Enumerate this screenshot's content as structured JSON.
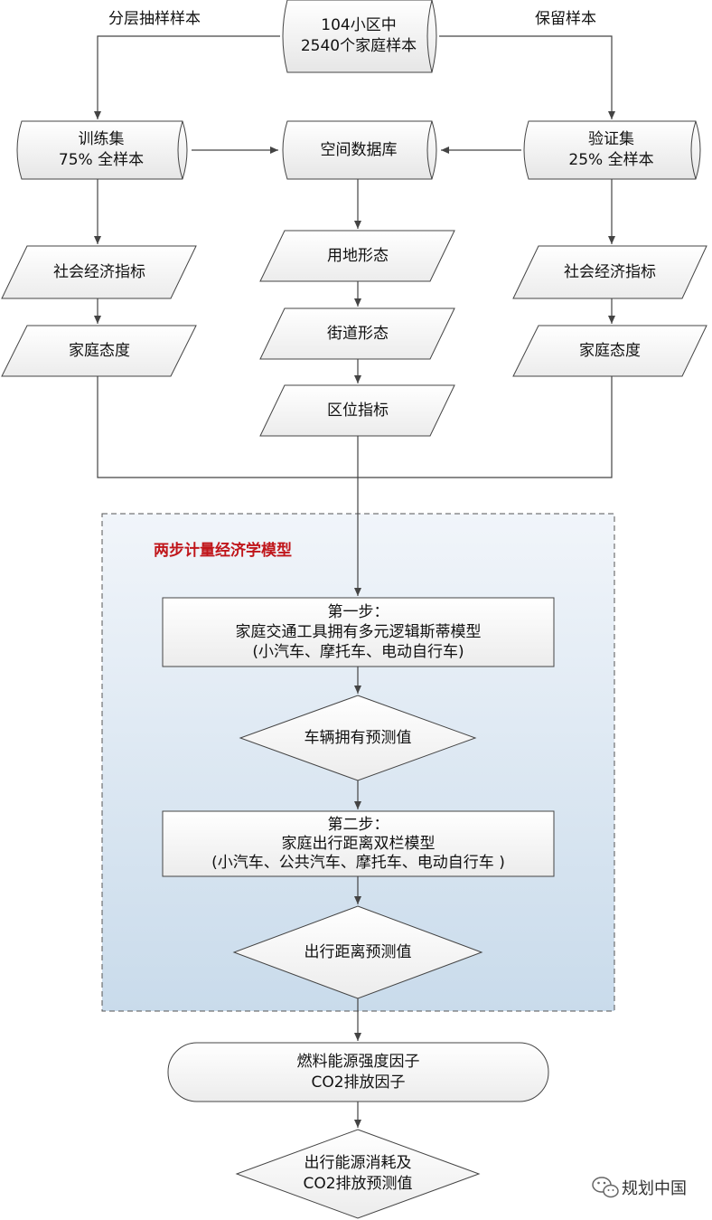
{
  "sample": {
    "line1": "104小区中",
    "line2": "2540个家庭样本"
  },
  "branch_labels": {
    "left": "分层抽样样本",
    "right": "保留样本"
  },
  "training": {
    "line1": "训练集",
    "line2": "75% 全样本"
  },
  "spatial_db": {
    "label": "空间数据库"
  },
  "validation": {
    "line1": "验证集",
    "line2": "25% 全样本"
  },
  "left_column": {
    "socio": "社会经济指标",
    "attitude": "家庭态度"
  },
  "right_column": {
    "socio": "社会经济指标",
    "attitude": "家庭态度"
  },
  "middle_column": {
    "land_use": "用地形态",
    "street": "街道形态",
    "location": "区位指标"
  },
  "model_panel": {
    "title": "两步计量经济学模型",
    "step1": {
      "line1": "第一步：",
      "line2": "家庭交通工具拥有多元逻辑斯蒂模型",
      "line3": "(小汽车、摩托车、电动自行车)"
    },
    "decision1": "车辆拥有预测值",
    "step2": {
      "line1": "第二步：",
      "line2": "家庭出行距离双栏模型",
      "line3": "(小汽车、公共汽车、摩托车、电动自行车 )"
    },
    "decision2": "出行距离预测值"
  },
  "factors": {
    "line1": "燃料能源强度因子",
    "line2": "CO2排放因子"
  },
  "final": {
    "line1": "出行能源消耗及",
    "line2": "CO2排放预测值"
  },
  "watermark": {
    "text": "规划中国",
    "icon": "wechat-icon"
  },
  "colors": {
    "panel_fill_top": "#f1f5fa",
    "panel_fill_bottom": "#c9dbeb",
    "title_red": "#c0161b",
    "stroke": "#444444"
  }
}
